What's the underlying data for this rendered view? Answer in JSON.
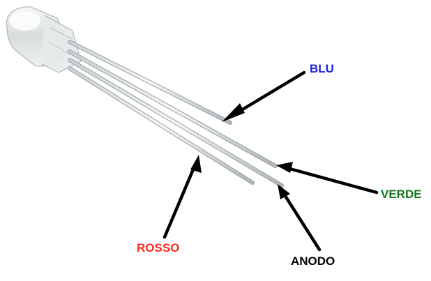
{
  "labels": {
    "blue": "BLU",
    "green": "VERDE",
    "red": "ROSSO",
    "anode": "ANODO"
  },
  "colors": {
    "blue": "#1a23e0",
    "green": "#11751a",
    "red": "#ff2a1c",
    "anode": "#000000",
    "arrow": "#000000"
  },
  "icons": {
    "component": "rgb-led-icon",
    "pointer": "arrow-icon"
  }
}
